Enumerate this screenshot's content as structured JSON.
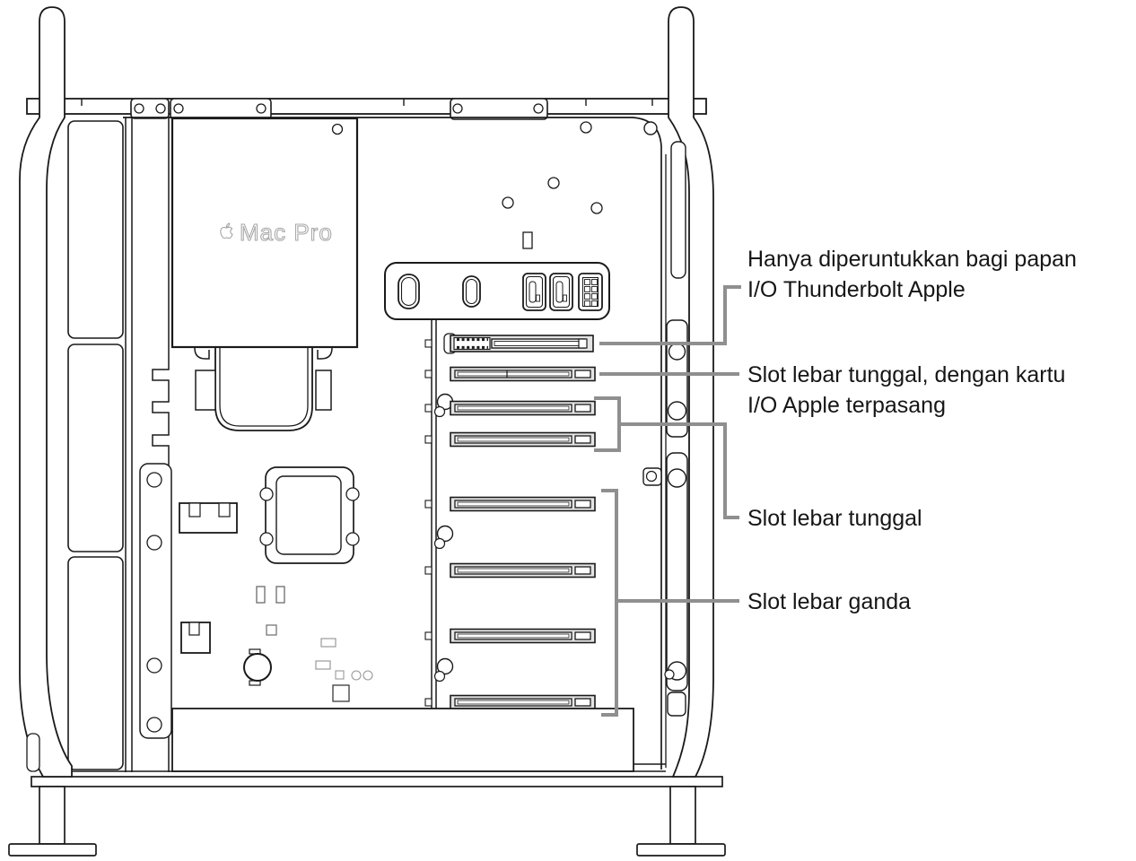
{
  "logo": {
    "text": "Mac Pro",
    "apple_icon": "apple-logo"
  },
  "callouts": [
    {
      "line1": "Hanya diperuntukkan bagi papan",
      "line2": "I/O Thunderbolt Apple"
    },
    {
      "line1": "Slot lebar tunggal, dengan kartu",
      "line2": "I/O Apple terpasang"
    },
    {
      "line1": "Slot lebar tunggal",
      "line2": ""
    },
    {
      "line1": "Slot lebar ganda",
      "line2": ""
    }
  ],
  "colors": {
    "line": "#1a1a1a",
    "callout_line": "#8f8f8f",
    "slot_fill": "#e4e4e4",
    "logo_outline": "#a9a9a9",
    "text": "#161617",
    "background": "#ffffff"
  }
}
